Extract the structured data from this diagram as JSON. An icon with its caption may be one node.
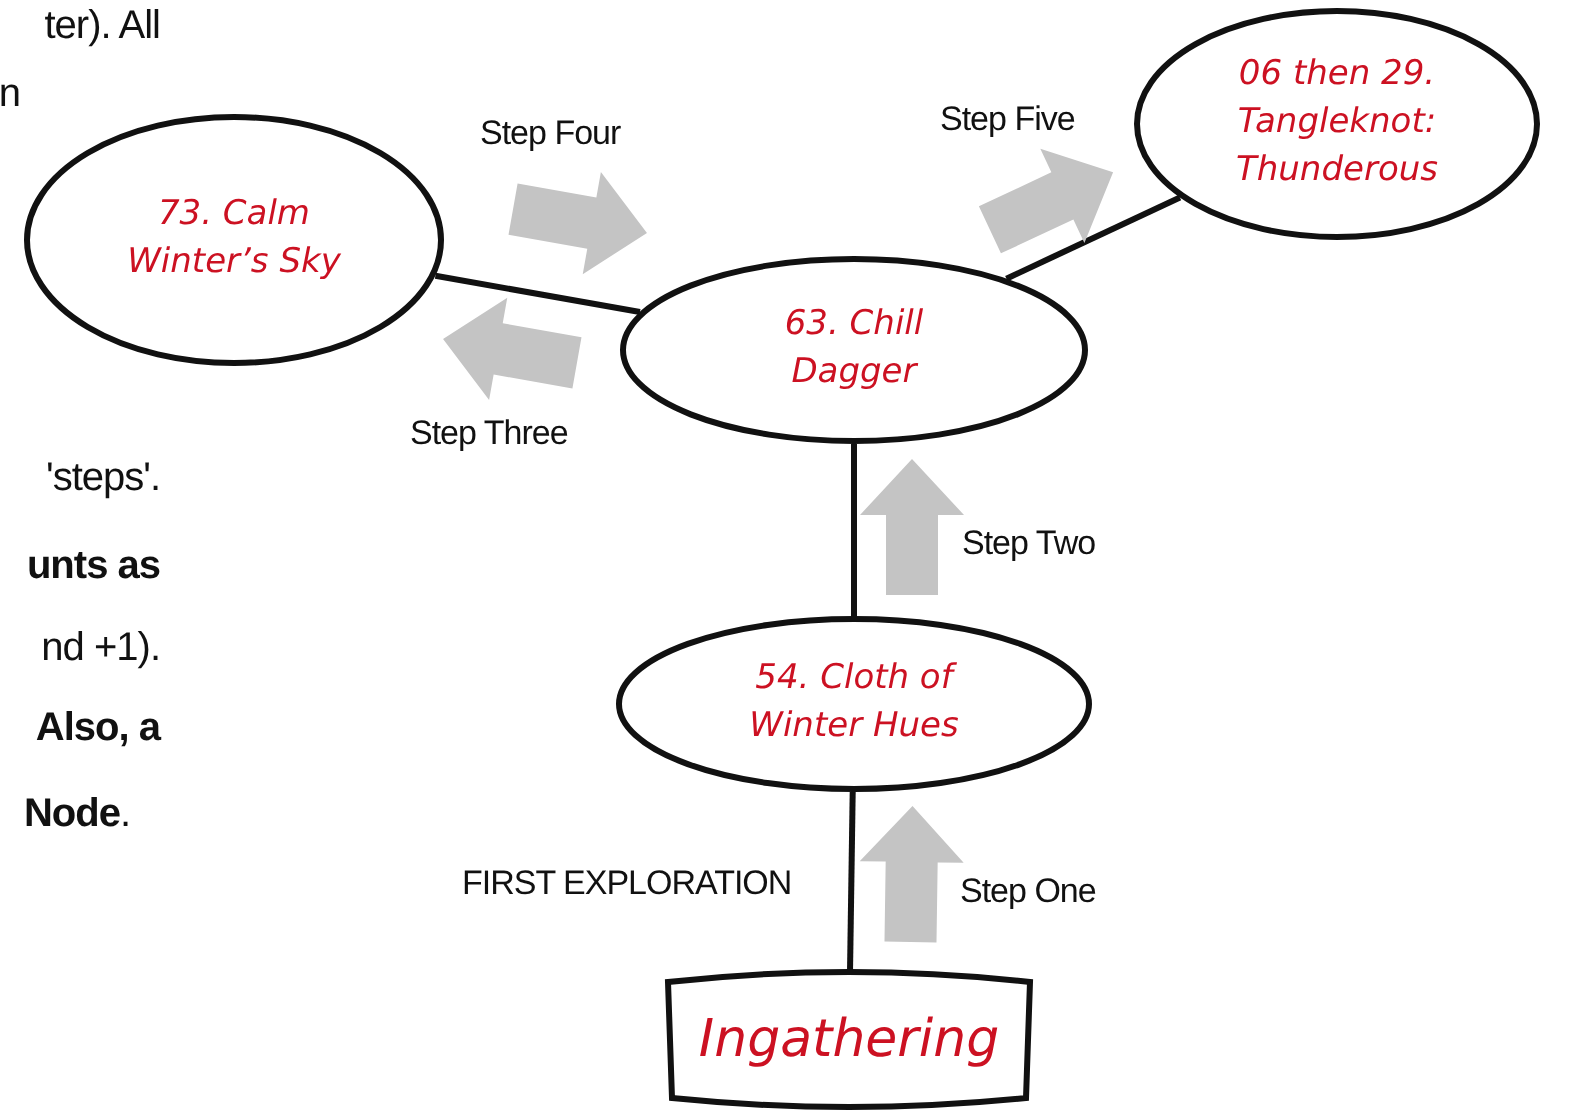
{
  "diagram": {
    "nodes": [
      {
        "text": [
          "73. Calm Winter’s Sky"
        ]
      },
      {
        "text": [
          "63. Chill Dagger"
        ]
      },
      {
        "text": [
          "06 then 29. Tangleknot: Thunderous"
        ]
      },
      {
        "text": [
          "54. Cloth of Winter Hues"
        ]
      },
      {
        "text": [
          "Ingathering"
        ]
      }
    ],
    "edges": [
      {
        "from": 0,
        "to": 1,
        "arrow": "none"
      },
      {
        "from": 1,
        "to": 2,
        "arrow": "none"
      },
      {
        "from": 1,
        "to": 3,
        "arrow": "none"
      },
      {
        "from": 3,
        "to": 4,
        "arrow": "none"
      },
      {
        "from": 0,
        "to": 1,
        "arrow": "to",
        "label": "Step Four",
        "style": "thick",
        "color": "#c4c4c4"
      },
      {
        "from": 1,
        "to": 2,
        "arrow": "to",
        "label": "Step Five",
        "style": "thick",
        "color": "#c4c4c4"
      },
      {
        "from": 1,
        "to": 0,
        "arrow": "to",
        "label": "Step Three",
        "style": "thick",
        "color": "#c4c4c4"
      },
      {
        "from": 3,
        "to": 1,
        "arrow": "to",
        "label": "Step Two",
        "style": "thick",
        "color": "#c4c4c4"
      },
      {
        "from": 4,
        "to": 3,
        "arrow": "to",
        "label": "Step One",
        "style": "thick",
        "color": "#c4c4c4"
      }
    ],
    "labels": [
      "ter).  All",
      "n",
      "'steps'.",
      "unts as",
      "nd +1).",
      "Also, a",
      "**Node**.",
      "FIRST EXPLORATION"
    ]
  }
}
